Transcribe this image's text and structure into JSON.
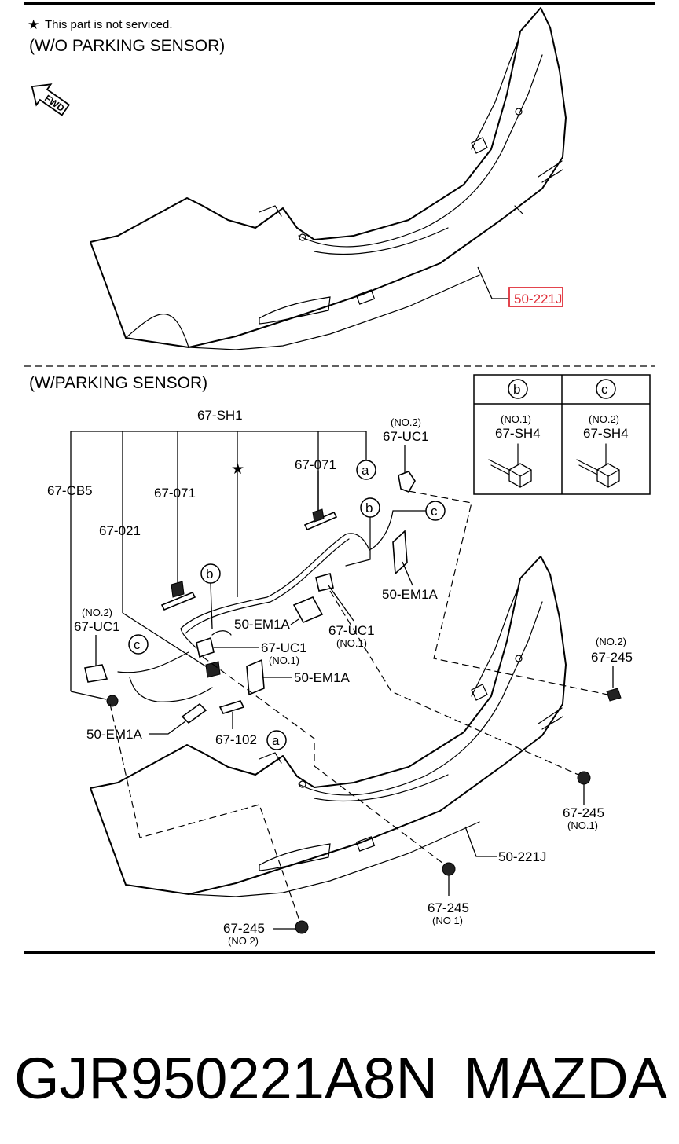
{
  "notes": {
    "not_serviced": "This part is not serviced."
  },
  "sections": {
    "without_sensor": "(W/O PARKING SENSOR)",
    "with_sensor": "(W/PARKING SENSOR)"
  },
  "fwd_label": "FWD",
  "highlight_color": "#e0303a",
  "callouts": {
    "bumper_top": "50-221J",
    "harness_main": "67-SH1",
    "harness_cb5": "67-CB5",
    "clip_071_left": "67-071",
    "clip_071_right": "67-071",
    "clip_021": "67-021",
    "uc1_top_no": "(NO.2)",
    "uc1_top": "67-UC1",
    "uc1_left_no": "(NO.2)",
    "uc1_left": "67-UC1",
    "uc1_center": "67-UC1",
    "uc1_center_no": "(NO.1)",
    "uc1_right": "67-UC1",
    "uc1_right_no": "(NO.1)",
    "em1a_right": "50-EM1A",
    "em1a_mid": "50-EM1A",
    "em1a_center": "50-EM1A",
    "em1a_left": "50-EM1A",
    "bracket_102": "67-102",
    "s245_right_no": "(NO.2)",
    "s245_right": "67-245",
    "s245_mid": "67-245",
    "s245_mid_no": "(NO.1)",
    "s245_bottom": "67-245",
    "s245_bottom_no": "(NO 1)",
    "s245_low": "67-245",
    "s245_low_no": "(NO 2)",
    "bumper_bottom": "50-221J"
  },
  "refs": {
    "a": "a",
    "b": "b",
    "c": "c"
  },
  "inset": {
    "columns": [
      {
        "ref": "b",
        "no": "(NO.1)",
        "part": "67-SH4"
      },
      {
        "ref": "c",
        "no": "(NO.2)",
        "part": "67-SH4"
      }
    ]
  },
  "footer": {
    "part_number": "GJR950221A8N",
    "brand": "MAZDA"
  }
}
